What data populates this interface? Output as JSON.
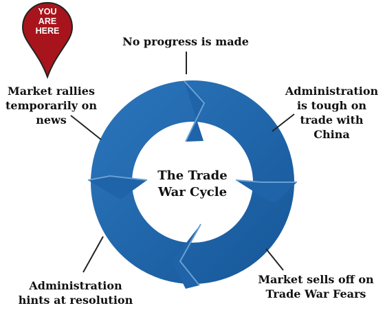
{
  "pin": {
    "text": "YOU\nARE\nHERE",
    "color": "#a8141b",
    "outline": "#222222"
  },
  "cycle": {
    "center_text": "The Trade\nWar Cycle",
    "ring_color": "#1f63a8",
    "ring_highlight": "#6aa0d6"
  },
  "stages": [
    {
      "id": "no-progress",
      "text": "No progress is made"
    },
    {
      "id": "tough-on-china",
      "text": "Administration\nis tough on\ntrade with\nChina"
    },
    {
      "id": "market-sells-off",
      "text": "Market sells off on\nTrade War Fears"
    },
    {
      "id": "hints-resolution",
      "text": "Administration\nhints at resolution"
    },
    {
      "id": "market-rallies",
      "text": "Market  rallies\ntemporarily on\nnews"
    }
  ]
}
